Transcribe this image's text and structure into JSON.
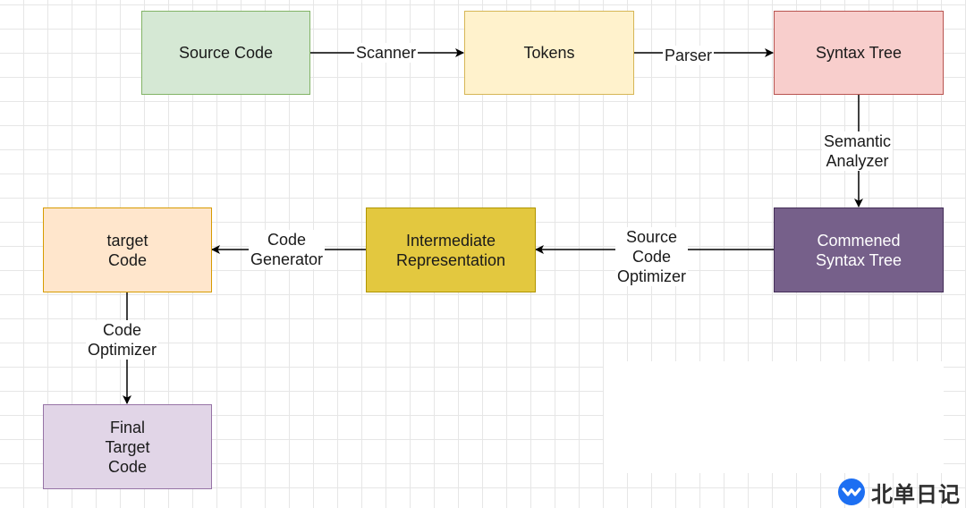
{
  "nodes": {
    "source_code": {
      "label": "Source Code",
      "fill": "#d5e8d4",
      "stroke": "#82b366"
    },
    "tokens": {
      "label": "Tokens",
      "fill": "#fff2cc",
      "stroke": "#d6b656"
    },
    "syntax_tree": {
      "label": "Syntax Tree",
      "fill": "#f8cecc",
      "stroke": "#b85450"
    },
    "commened_syntax_tree": {
      "label": "Commened\nSyntax Tree",
      "fill": "#76608a",
      "stroke": "#432d57",
      "text_color": "#ffffff"
    },
    "intermediate_representation": {
      "label": "Intermediate\nRepresentation",
      "fill": "#e3c83f",
      "stroke": "#b09500"
    },
    "target_code": {
      "label": "target\nCode",
      "fill": "#ffe6cc",
      "stroke": "#d79b00"
    },
    "final_target_code": {
      "label": "Final\nTarget\nCode",
      "fill": "#e1d5e7",
      "stroke": "#9673a6"
    }
  },
  "edges": {
    "scanner": "Scanner",
    "parser": "Parser",
    "semantic_analyzer": "Semantic\nAnalyzer",
    "source_code_optimizer": "Source\nCode\nOptimizer",
    "code_generator": "Code\nGenerator",
    "code_optimizer": "Code\nOptimizer"
  },
  "watermark": {
    "text": "北单日记",
    "icon": "chevron-check-badge-icon",
    "color": "#1d6ff2"
  }
}
